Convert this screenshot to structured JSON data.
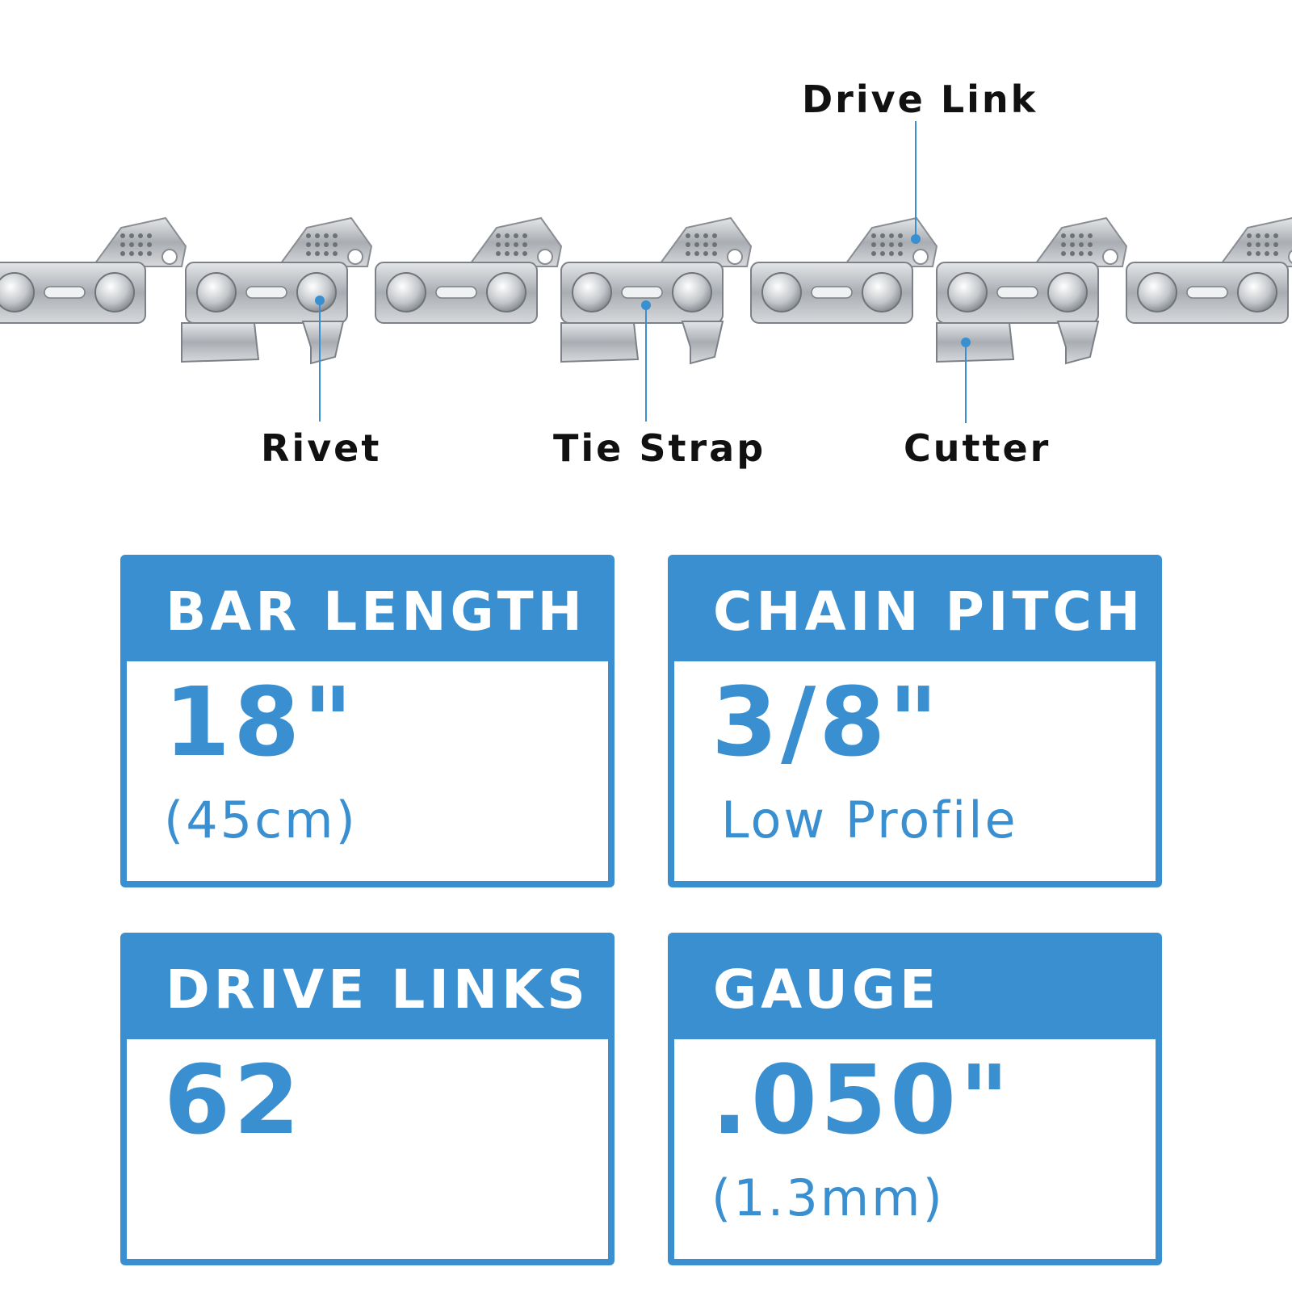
{
  "callouts": {
    "drive_link": "Drive Link",
    "rivet": "Rivet",
    "tie_strap": "Tie Strap",
    "cutter": "Cutter"
  },
  "specs": {
    "bar_length": {
      "title": "BAR LENGTH",
      "value": "18\"",
      "sub": "(45cm)"
    },
    "chain_pitch": {
      "title": "CHAIN PITCH",
      "value": "3/8\"",
      "sub": "Low Profile"
    },
    "drive_links": {
      "title": "DRIVE LINKS",
      "value": "62",
      "sub": ""
    },
    "gauge": {
      "title": "GAUGE",
      "value": ".050\"",
      "sub": "(1.3mm)"
    }
  },
  "colors": {
    "accent": "#3a8fd0",
    "label": "#111111",
    "steel": "#b9bcc0"
  }
}
